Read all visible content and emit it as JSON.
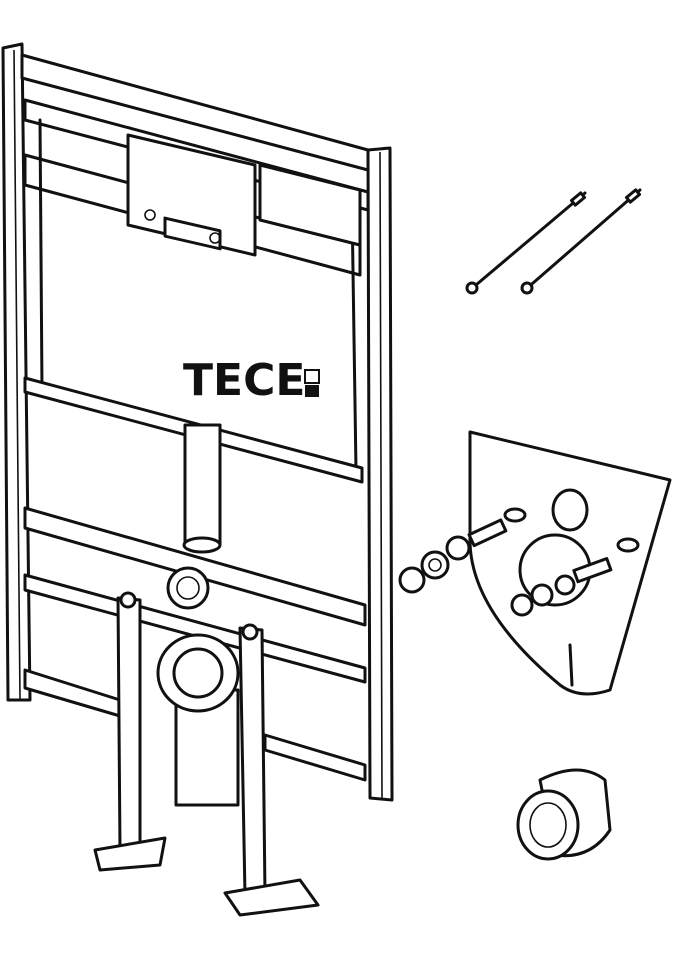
{
  "brand": {
    "logo_text": "TECE"
  },
  "parts": [
    "installation-frame",
    "fixing-rods",
    "sound-insulation-plate",
    "washers-and-nuts",
    "connector-sleeve"
  ]
}
